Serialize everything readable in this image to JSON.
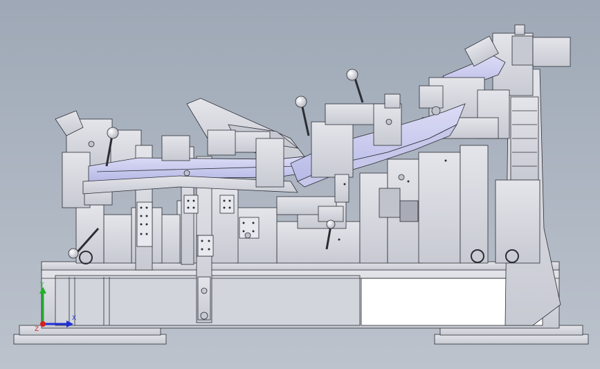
{
  "viewport": {
    "background_top": "#9ea8b6",
    "background_bottom": "#bcc3cd"
  },
  "model": {
    "part_fill": "#d9dbe2",
    "part_fill_light": "#e6e7ec",
    "part_fill_dark": "#b9bcc6",
    "edge_color": "#2b2d33",
    "highlight_fill": "#c9cbf0",
    "bright_face": "#ffffff"
  },
  "triad": {
    "x_label": "X",
    "y_label": "Y",
    "z_label": "Z",
    "x_color": "#1f2fd6",
    "y_color": "#22b02b",
    "z_color": "#d62020"
  }
}
